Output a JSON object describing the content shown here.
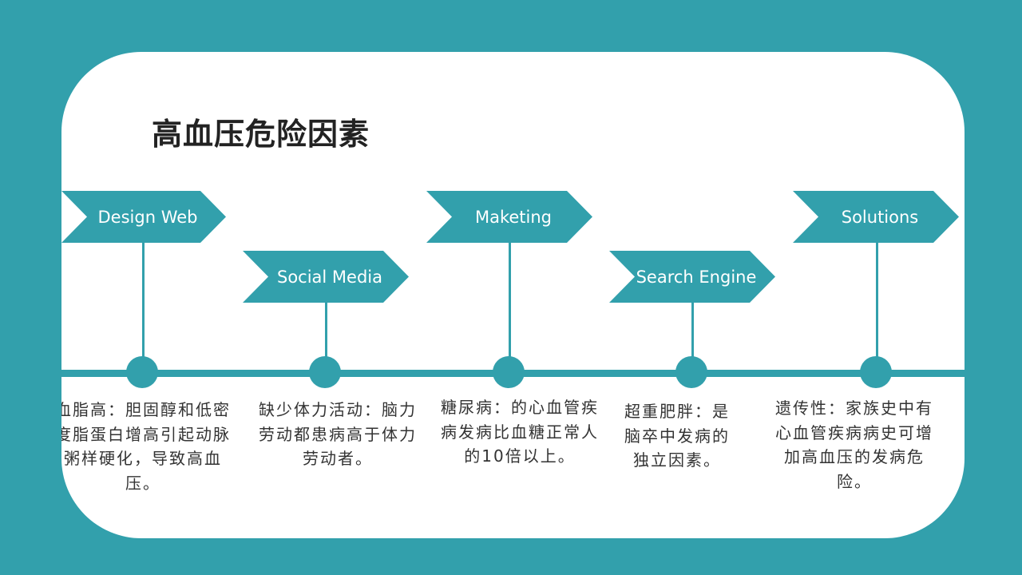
{
  "title": "高血压危险因素",
  "colors": {
    "accent": "#32a0ac",
    "card": "#ffffff",
    "text": "#333333"
  },
  "steps": [
    {
      "label": "Design Web",
      "description": "血脂高：胆固醇和低密度脂蛋白增高引起动脉粥样硬化，导致高血压。"
    },
    {
      "label": "Social Media",
      "description": "缺少体力活动：脑力劳动都患病高于体力劳动者。"
    },
    {
      "label": "Maketing",
      "description": "糖尿病：的心血管疾病发病比血糖正常人的10倍以上。"
    },
    {
      "label": "Search Engine",
      "description": "超重肥胖：是脑卒中发病的独立因素。"
    },
    {
      "label": "Solutions",
      "description": "遗传性：家族史中有心血管疾病病史可增加高血压的发病危险。"
    }
  ]
}
